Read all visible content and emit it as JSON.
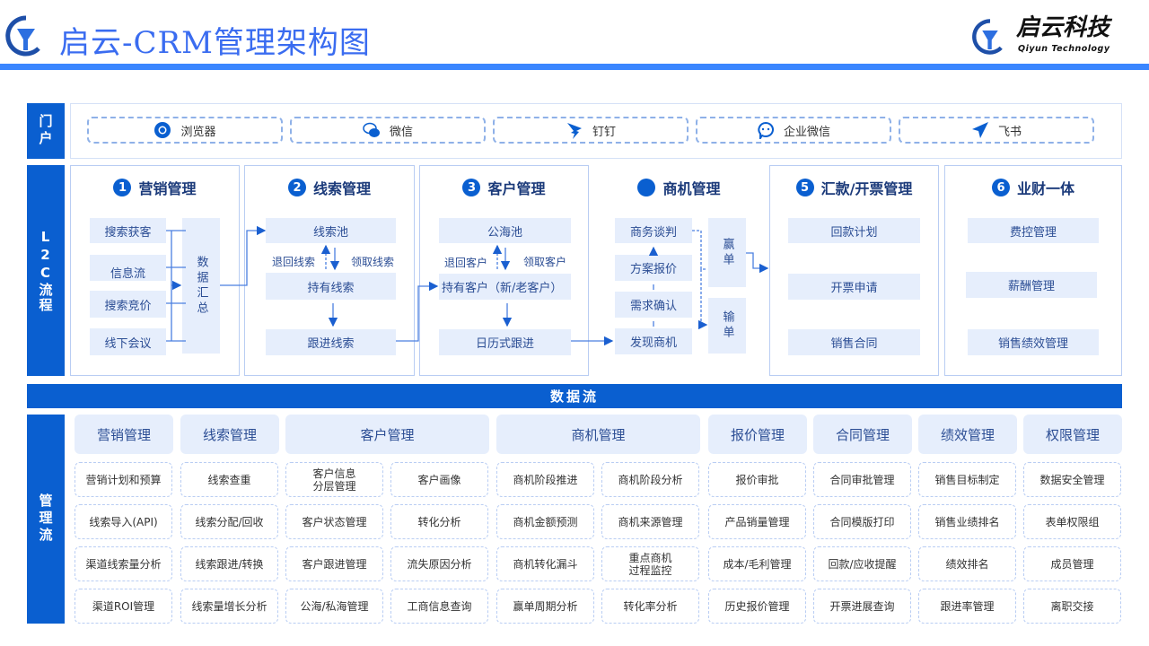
{
  "header": {
    "title": "启云-CRM管理架构图",
    "brand_name": "启云科技",
    "brand_sub": "Qiyun Technology"
  },
  "portal": {
    "label": "门户",
    "items": [
      {
        "label": "浏览器",
        "icon": "chrome-icon"
      },
      {
        "label": "微信",
        "icon": "wechat-icon"
      },
      {
        "label": "钉钉",
        "icon": "dingtalk-icon"
      },
      {
        "label": "企业微信",
        "icon": "wecom-icon"
      },
      {
        "label": "飞书",
        "icon": "feishu-icon"
      }
    ]
  },
  "l2c": {
    "label": "L2C流程",
    "col1": {
      "num": "1",
      "title": "营销管理",
      "items": [
        "搜索获客",
        "信息流",
        "搜索竞价",
        "线下会议"
      ],
      "summary": "数据汇总"
    },
    "col2": {
      "num": "2",
      "title": "线索管理",
      "pool": "线索池",
      "back": "退回线索",
      "claim": "领取线索",
      "hold": "持有线索",
      "follow": "跟进线索"
    },
    "col3": {
      "num": "3",
      "title": "客户管理",
      "pool": "公海池",
      "back": "退回客户",
      "claim": "领取客户",
      "hold": "持有客户（新/老客户）",
      "follow": "日历式跟进"
    },
    "col4": {
      "num": "",
      "title": "商机管理",
      "items": [
        "商务谈判",
        "方案报价",
        "需求确认",
        "发现商机"
      ],
      "win": "赢单",
      "lose": "输单"
    },
    "col5": {
      "num": "5",
      "title": "汇款/开票管理",
      "items": [
        "回款计划",
        "开票申请",
        "销售合同"
      ]
    },
    "col6": {
      "num": "6",
      "title": "业财一体",
      "items": [
        "费控管理",
        "薪酬管理",
        "销售绩效管理"
      ]
    }
  },
  "dataflow": "数据流",
  "management": {
    "label": "管理流",
    "columns": [
      {
        "title": "营销管理",
        "cells": [
          [
            "营销计划和预算"
          ],
          [
            "线索导入(API)"
          ],
          [
            "渠道线索量分析"
          ],
          [
            "渠道ROI管理"
          ]
        ]
      },
      {
        "title": "线索管理",
        "cells": [
          [
            "线索查重"
          ],
          [
            "线索分配/回收"
          ],
          [
            "线索跟进/转换"
          ],
          [
            "线索量增长分析"
          ]
        ]
      },
      {
        "title": "客户管理",
        "cells": [
          [
            "客户信息\n分层管理",
            "客户画像"
          ],
          [
            "客户状态管理",
            "转化分析"
          ],
          [
            "客户跟进管理",
            "流失原因分析"
          ],
          [
            "公海/私海管理",
            "工商信息查询"
          ]
        ]
      },
      {
        "title": "商机管理",
        "cells": [
          [
            "商机阶段推进",
            "商机阶段分析"
          ],
          [
            "商机金额预测",
            "商机来源管理"
          ],
          [
            "商机转化漏斗",
            "重点商机\n过程监控"
          ],
          [
            "赢单周期分析",
            "转化率分析"
          ]
        ]
      },
      {
        "title": "报价管理",
        "cells": [
          [
            "报价审批"
          ],
          [
            "产品销量管理"
          ],
          [
            "成本/毛利管理"
          ],
          [
            "历史报价管理"
          ]
        ]
      },
      {
        "title": "合同管理",
        "cells": [
          [
            "合同审批管理"
          ],
          [
            "合同模版打印"
          ],
          [
            "回款/应收提醒"
          ],
          [
            "开票进展查询"
          ]
        ]
      },
      {
        "title": "绩效管理",
        "cells": [
          [
            "销售目标制定"
          ],
          [
            "销售业绩排名"
          ],
          [
            "绩效排名"
          ],
          [
            "跟进率管理"
          ]
        ]
      },
      {
        "title": "权限管理",
        "cells": [
          [
            "数据安全管理"
          ],
          [
            "表单权限组"
          ],
          [
            "成员管理"
          ],
          [
            "离职交接"
          ]
        ]
      }
    ]
  }
}
